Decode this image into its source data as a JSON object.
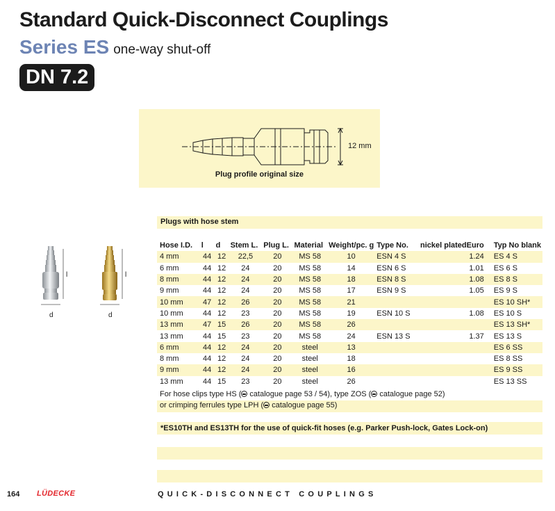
{
  "header": {
    "title": "Standard Quick-Disconnect Couplings",
    "series": "Series ES",
    "series_note": "one-way shut-off",
    "dn_badge": "DN 7.2"
  },
  "drawing": {
    "dimension_label": "12 mm",
    "caption": "Plug profile original size"
  },
  "photos": {
    "plug_steel": {
      "length_label": "l",
      "diameter_label": "d"
    },
    "plug_brass": {
      "length_label": "l",
      "diameter_label": "d"
    }
  },
  "section_title": "Plugs with hose stem",
  "table": {
    "headers": {
      "hose_id": "Hose I.D.",
      "l": "l",
      "d": "d",
      "stem_l": "Stem L.",
      "plug_l": "Plug L.",
      "material": "Material",
      "weight": "Weight/pc. g",
      "type_no": "Type No.",
      "nickel_plated": "nickel plated",
      "euro": "Euro",
      "typ_no_blank": "Typ No blank"
    },
    "rows": [
      {
        "hose_id": "4 mm",
        "l": "44",
        "d": "12",
        "stem_l": "22,5",
        "plug_l": "20",
        "material": "MS 58",
        "weight": "10",
        "type_no": "ESN 4 S",
        "euro": "1.24",
        "blank": "ES 4 S"
      },
      {
        "hose_id": "6 mm",
        "l": "44",
        "d": "12",
        "stem_l": "24",
        "plug_l": "20",
        "material": "MS 58",
        "weight": "14",
        "type_no": "ESN 6 S",
        "euro": "1.01",
        "blank": "ES 6 S"
      },
      {
        "hose_id": "8 mm",
        "l": "44",
        "d": "12",
        "stem_l": "24",
        "plug_l": "20",
        "material": "MS 58",
        "weight": "18",
        "type_no": "ESN 8 S",
        "euro": "1.08",
        "blank": "ES 8 S"
      },
      {
        "hose_id": "9 mm",
        "l": "44",
        "d": "12",
        "stem_l": "24",
        "plug_l": "20",
        "material": "MS 58",
        "weight": "17",
        "type_no": "ESN 9 S",
        "euro": "1.05",
        "blank": "ES 9 S"
      },
      {
        "hose_id": "10 mm",
        "l": "47",
        "d": "12",
        "stem_l": "26",
        "plug_l": "20",
        "material": "MS 58",
        "weight": "21",
        "type_no": "",
        "euro": "",
        "blank": "ES 10 SH*"
      },
      {
        "hose_id": "10 mm",
        "l": "44",
        "d": "12",
        "stem_l": "23",
        "plug_l": "20",
        "material": "MS 58",
        "weight": "19",
        "type_no": "ESN 10 S",
        "euro": "1.08",
        "blank": "ES 10 S"
      },
      {
        "hose_id": "13 mm",
        "l": "47",
        "d": "15",
        "stem_l": "26",
        "plug_l": "20",
        "material": "MS 58",
        "weight": "26",
        "type_no": "",
        "euro": "",
        "blank": "ES 13 SH*"
      },
      {
        "hose_id": "13 mm",
        "l": "44",
        "d": "15",
        "stem_l": "23",
        "plug_l": "20",
        "material": "MS 58",
        "weight": "24",
        "type_no": "ESN 13 S",
        "euro": "1.37",
        "blank": "ES 13 S"
      },
      {
        "hose_id": "6 mm",
        "l": "44",
        "d": "12",
        "stem_l": "24",
        "plug_l": "20",
        "material": "steel",
        "weight": "13",
        "type_no": "",
        "euro": "",
        "blank": "ES 6 SS"
      },
      {
        "hose_id": "8 mm",
        "l": "44",
        "d": "12",
        "stem_l": "24",
        "plug_l": "20",
        "material": "steel",
        "weight": "18",
        "type_no": "",
        "euro": "",
        "blank": "ES 8 SS"
      },
      {
        "hose_id": "9 mm",
        "l": "44",
        "d": "12",
        "stem_l": "24",
        "plug_l": "20",
        "material": "steel",
        "weight": "16",
        "type_no": "",
        "euro": "",
        "blank": "ES 9 SS"
      },
      {
        "hose_id": "13 mm",
        "l": "44",
        "d": "15",
        "stem_l": "23",
        "plug_l": "20",
        "material": "steel",
        "weight": "26",
        "type_no": "",
        "euro": "",
        "blank": "ES 13 SS"
      }
    ]
  },
  "footnotes": {
    "clips_a": "For hose clips type HS (",
    "clips_b": " catalogue page 53 / 54), type ZOS (",
    "clips_c": " catalogue page 52)",
    "ferrules_a": "or crimping ferrules type LPH (",
    "ferrules_b": " catalogue page 55)",
    "es_note": "*ES10TH and ES13TH for the use of quick-fit hoses (e.g. Parker Push-lock, Gates Lock-on)"
  },
  "footer": {
    "page_number": "164",
    "brand": "LÜDECKE",
    "section": "QUICK-DISCONNECT COUPLINGS"
  }
}
